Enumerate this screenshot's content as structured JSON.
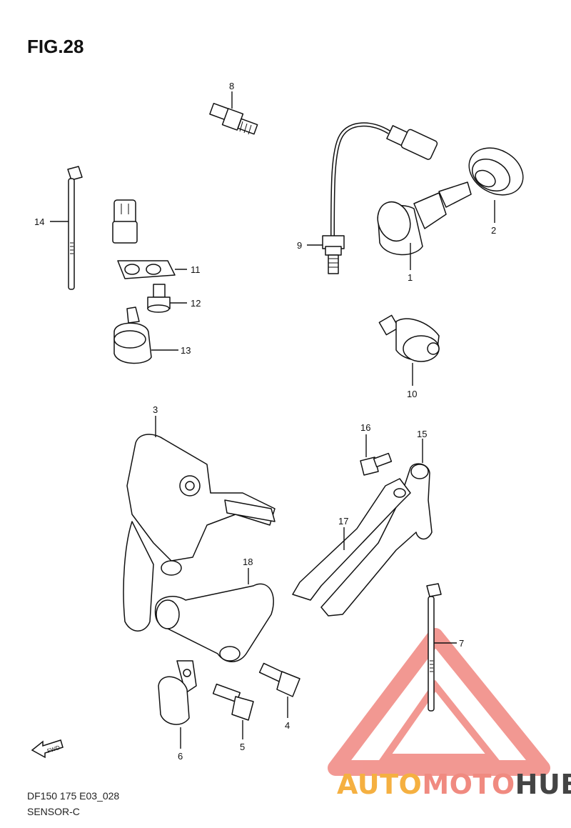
{
  "title": "FIG.28",
  "footer": {
    "code": "DF150 175 E03_028",
    "name": "SENSOR-C"
  },
  "fwd_label": "FWD",
  "watermark": {
    "part1": "AUTO",
    "part2": "MOTO",
    "part3": "HUB",
    "colors": {
      "auto": "#f5b041",
      "moto": "#f08a80",
      "hub": "#444444"
    }
  },
  "callouts": [
    "1",
    "2",
    "3",
    "4",
    "5",
    "6",
    "7",
    "8",
    "9",
    "10",
    "11",
    "12",
    "13",
    "14",
    "15",
    "16",
    "17",
    "18"
  ]
}
